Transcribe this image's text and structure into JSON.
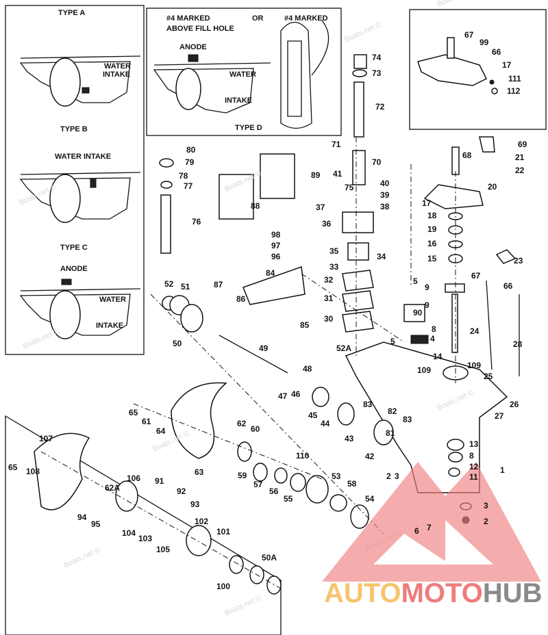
{
  "diagram": {
    "panel_types_abc": {
      "type_a": "TYPE A",
      "type_b": "TYPE B",
      "type_c": "TYPE C",
      "water": "WATER",
      "intake": "INTAKE",
      "water_intake": "WATER INTAKE",
      "anode": "ANODE"
    },
    "panel_type_d": {
      "marked_1": "#4 MARKED",
      "above_fill_hole": "ABOVE FILL HOLE",
      "or": "OR",
      "marked_2": "#4 MARKED",
      "anode": "ANODE",
      "water": "WATER",
      "intake": "INTAKE",
      "type_d": "TYPE D"
    },
    "labels": [
      "67",
      "99",
      "66",
      "17",
      "111",
      "112",
      "74",
      "73",
      "72",
      "71",
      "70",
      "41",
      "75",
      "40",
      "39",
      "38",
      "37",
      "36",
      "35",
      "34",
      "33",
      "32",
      "31",
      "30",
      "5",
      "90",
      "4",
      "52A",
      "5",
      "14",
      "109",
      "109",
      "25",
      "26",
      "27",
      "8",
      "9",
      "9",
      "67",
      "66",
      "24",
      "28",
      "13",
      "8",
      "12",
      "11",
      "1",
      "3",
      "2",
      "7",
      "6",
      "69",
      "68",
      "21",
      "22",
      "20",
      "17",
      "18",
      "19",
      "16",
      "15",
      "23",
      "80",
      "79",
      "78",
      "77",
      "76",
      "88",
      "89",
      "98",
      "97",
      "96",
      "84",
      "87",
      "86",
      "85",
      "52",
      "51",
      "50",
      "49",
      "48",
      "47",
      "46",
      "45",
      "44",
      "43",
      "42",
      "83",
      "82",
      "83",
      "81",
      "2",
      "3",
      "65",
      "61",
      "64",
      "63",
      "62",
      "60",
      "59",
      "57",
      "56",
      "55",
      "110",
      "53",
      "58",
      "54",
      "107",
      "65",
      "108",
      "62A",
      "106",
      "91",
      "92",
      "93",
      "94",
      "95",
      "104",
      "103",
      "105",
      "102",
      "101",
      "50A",
      "100"
    ],
    "watermark": "Boats.net ©",
    "logo": {
      "part1": "AUTO",
      "part2": "MOTO",
      "part3": "HUB",
      "colors": {
        "auto": "#f7c46e",
        "moto": "#ee7c7c",
        "hub": "#8a8a8a",
        "triangle": "#ef8080"
      }
    }
  }
}
